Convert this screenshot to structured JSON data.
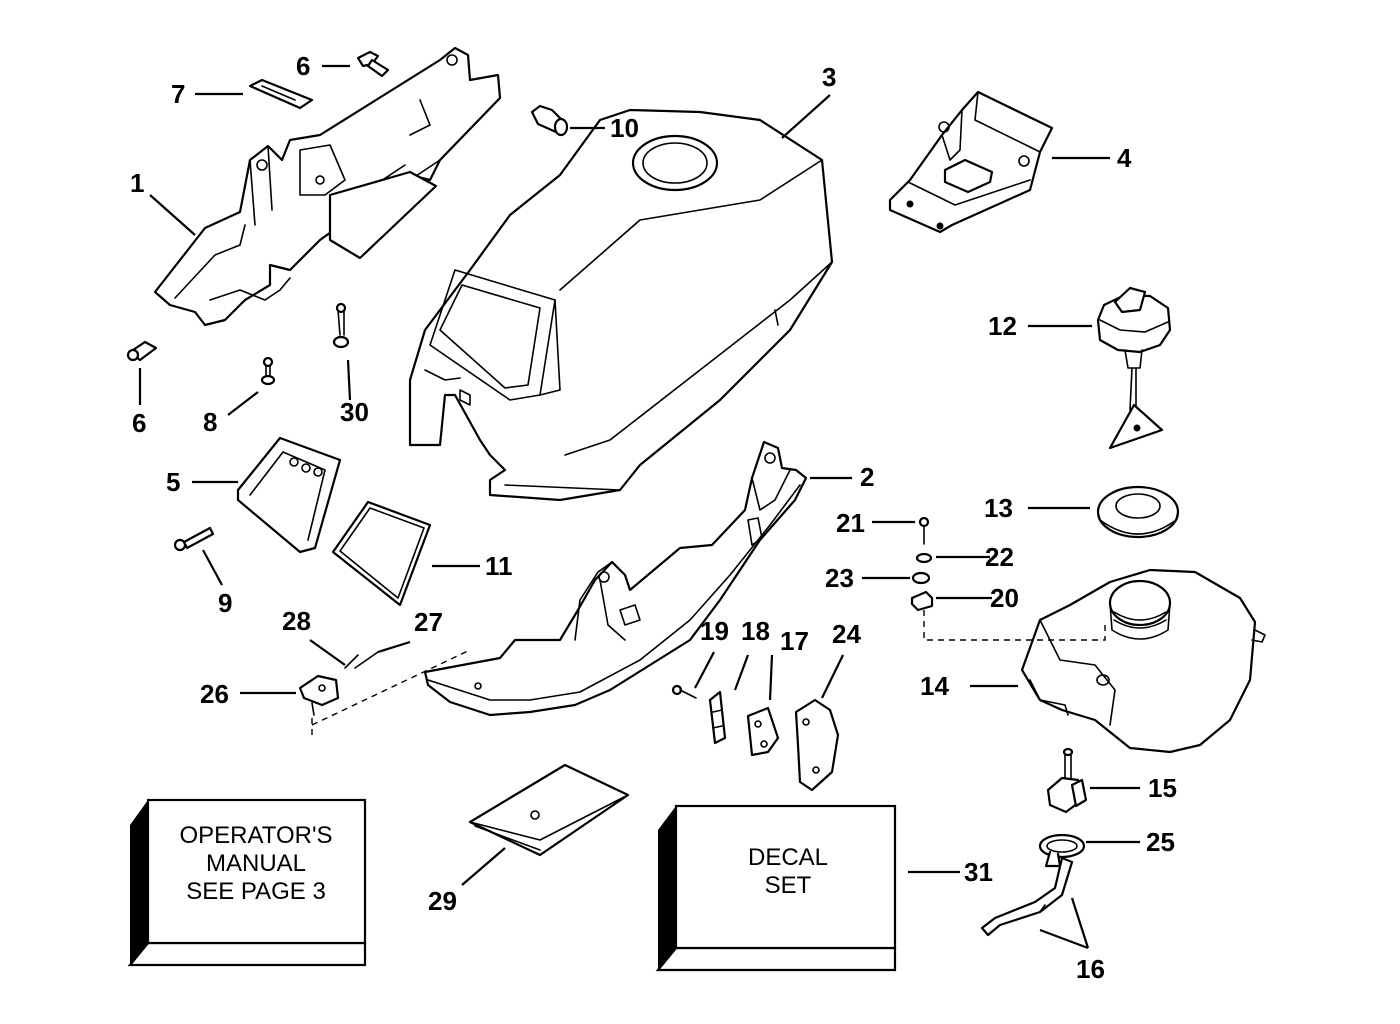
{
  "callouts": {
    "c1": "1",
    "c2": "2",
    "c3": "3",
    "c4": "4",
    "c5": "5",
    "c6a": "6",
    "c6b": "6",
    "c7": "7",
    "c8": "8",
    "c9": "9",
    "c10": "10",
    "c11": "11",
    "c12": "12",
    "c13": "13",
    "c14": "14",
    "c15": "15",
    "c16": "16",
    "c17": "17",
    "c18": "18",
    "c19": "19",
    "c20": "20",
    "c21": "21",
    "c22": "22",
    "c23": "23",
    "c24": "24",
    "c25": "25",
    "c26": "26",
    "c27": "27",
    "c28": "28",
    "c29": "29",
    "c30": "30",
    "c31": "31"
  },
  "manual_box": {
    "line1": "OPERATOR'S",
    "line2": "MANUAL",
    "line3": "SEE PAGE 3"
  },
  "decal_box": {
    "line1": "DECAL",
    "line2": "SET"
  }
}
